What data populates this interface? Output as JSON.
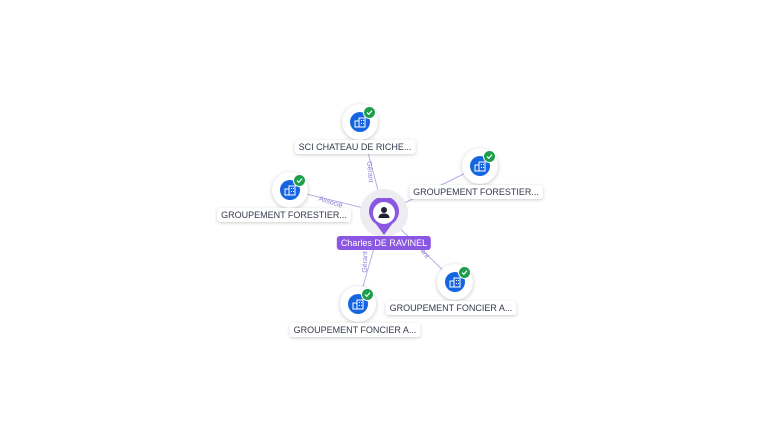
{
  "colors": {
    "accent": "#8a56e2",
    "edge": "#b7aee0",
    "node_icon": "#1565e0",
    "verified": "#1e9e4a"
  },
  "center": {
    "name": "Charles DE RAVINEL",
    "icon": "person-icon"
  },
  "companies": [
    {
      "name": "SCI CHATEAU DE RICHE...",
      "relation": "Gérant",
      "icon": "building-icon",
      "status_icon": "check-icon"
    },
    {
      "name": "GROUPEMENT FORESTIER...",
      "relation": "",
      "icon": "building-icon",
      "status_icon": "check-icon"
    },
    {
      "name": "GROUPEMENT FORESTIER...",
      "relation": "Associé",
      "icon": "building-icon",
      "status_icon": "check-icon"
    },
    {
      "name": "GROUPEMENT FONCIER A...",
      "relation": "Gérant",
      "icon": "building-icon",
      "status_icon": "check-icon"
    },
    {
      "name": "GROUPEMENT FONCIER A...",
      "relation": "Gérant",
      "icon": "building-icon",
      "status_icon": "check-icon"
    }
  ]
}
